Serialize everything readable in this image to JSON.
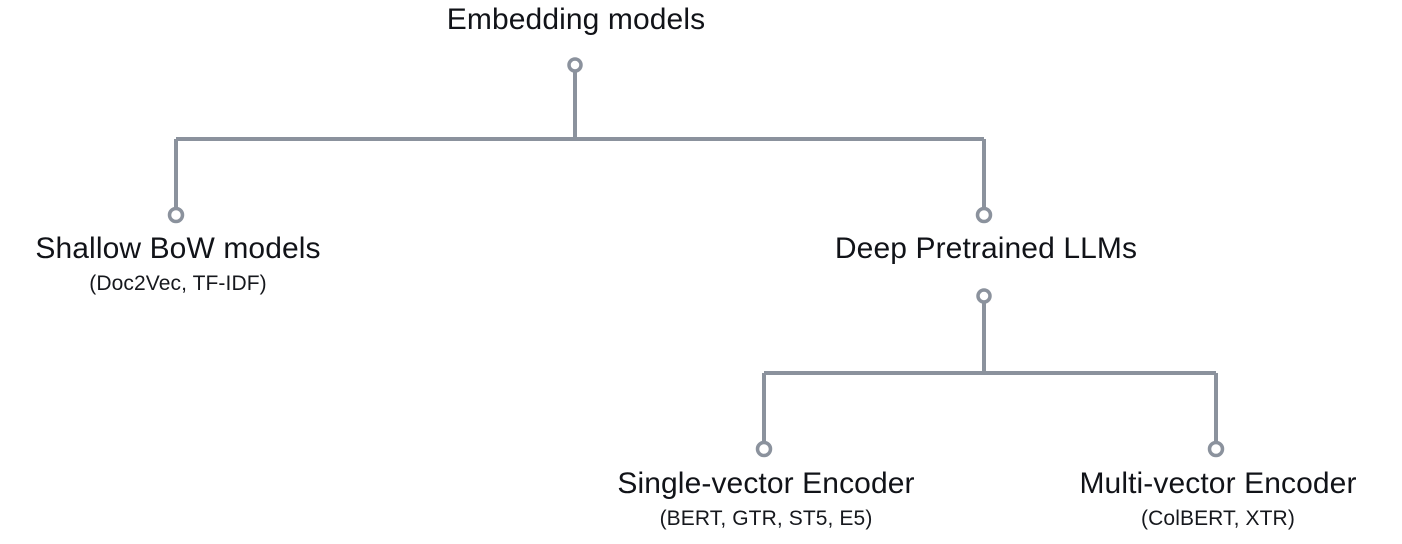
{
  "diagram": {
    "type": "tree",
    "title": "Embedding models",
    "stroke_color": "#8b929d",
    "text_color": "#111318",
    "background_color": "#ffffff",
    "nodes": [
      {
        "id": "root",
        "label": "Embedding models",
        "subtitle": "",
        "level": 0
      },
      {
        "id": "bow",
        "label": "Shallow BoW models",
        "subtitle": "(Doc2Vec, TF-IDF)",
        "level": 1
      },
      {
        "id": "llm",
        "label": "Deep Pretrained LLMs",
        "subtitle": "",
        "level": 1
      },
      {
        "id": "single",
        "label": "Single-vector Encoder",
        "subtitle": "(BERT, GTR, ST5, E5)",
        "level": 2
      },
      {
        "id": "multi",
        "label": "Multi-vector Encoder",
        "subtitle": "(ColBERT, XTR)",
        "level": 2
      }
    ],
    "edges": [
      {
        "from": "root",
        "to": "bow"
      },
      {
        "from": "root",
        "to": "llm"
      },
      {
        "from": "llm",
        "to": "single"
      },
      {
        "from": "llm",
        "to": "multi"
      }
    ]
  }
}
